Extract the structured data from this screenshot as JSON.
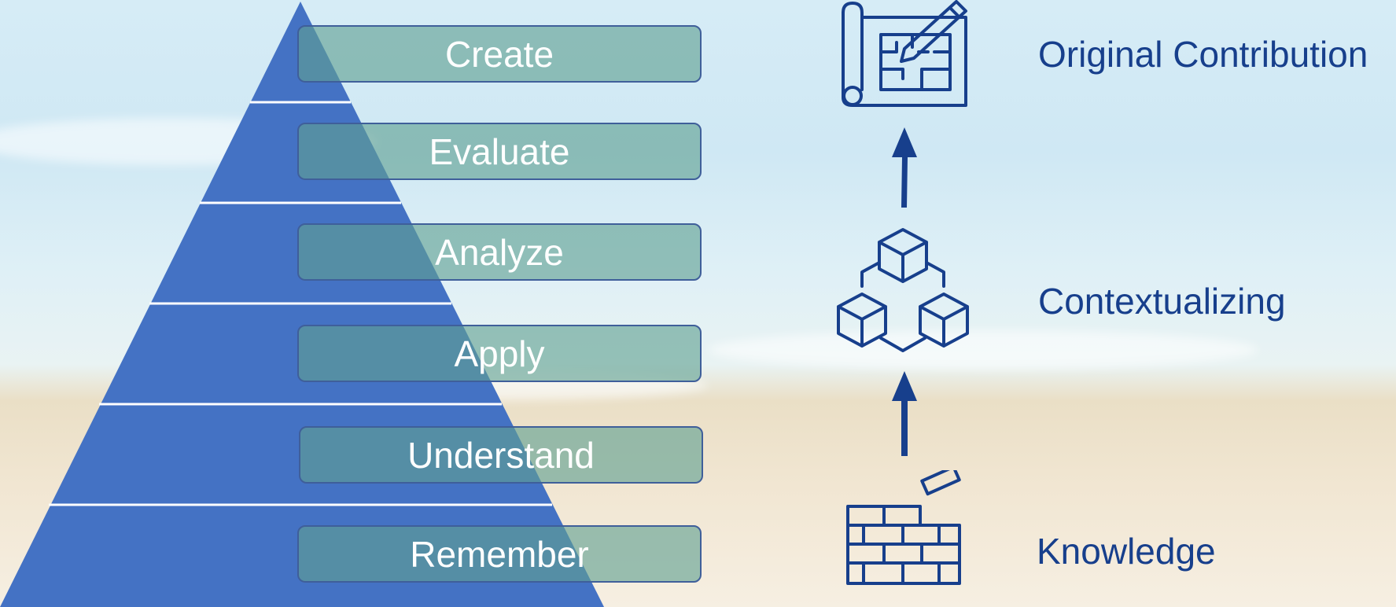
{
  "pyramid": {
    "fill_color": "#4472c4",
    "box_color": "#5fa091",
    "levels": [
      {
        "label": "Create"
      },
      {
        "label": "Evaluate"
      },
      {
        "label": "Analyze"
      },
      {
        "label": "Apply"
      },
      {
        "label": "Understand"
      },
      {
        "label": "Remember"
      }
    ]
  },
  "progression": {
    "accent_color": "#173f8c",
    "stages": [
      {
        "label": "Original Contribution",
        "icon": "blueprint-icon"
      },
      {
        "label": "Contextualizing",
        "icon": "cubes-icon"
      },
      {
        "label": "Knowledge",
        "icon": "brick-wall-icon"
      }
    ]
  }
}
